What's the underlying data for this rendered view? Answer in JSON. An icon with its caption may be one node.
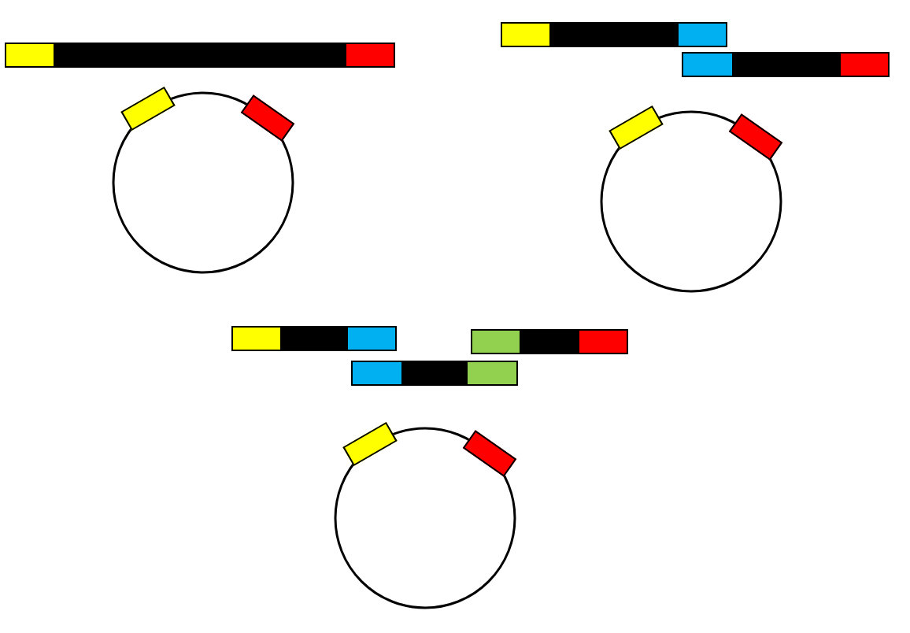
{
  "diagram": {
    "nodes": [
      {
        "text": [],
        "shape": "bar"
      },
      {
        "text": [],
        "shape": "circle"
      },
      {
        "text": [],
        "shape": "bar"
      },
      {
        "text": [],
        "shape": "bar"
      },
      {
        "text": [],
        "shape": "circle"
      },
      {
        "text": [],
        "shape": "bar"
      },
      {
        "text": [],
        "shape": "bar"
      },
      {
        "text": [],
        "shape": "bar"
      },
      {
        "text": [],
        "shape": "circle"
      }
    ]
  }
}
